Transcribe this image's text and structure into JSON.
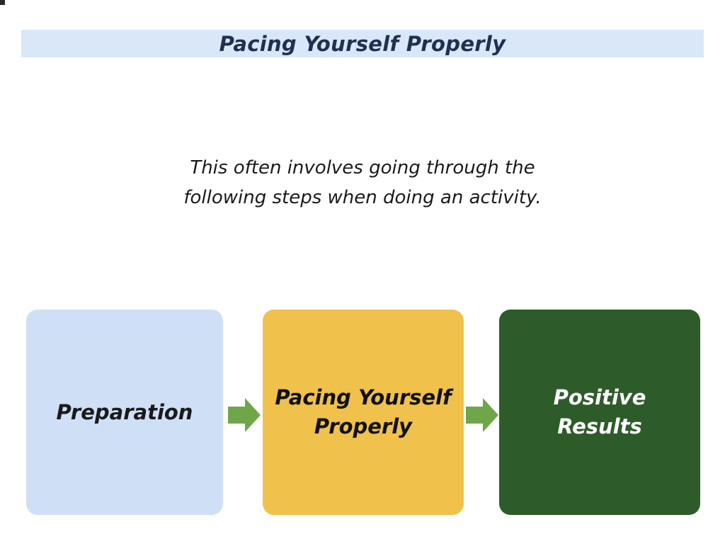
{
  "header": {
    "title": "Pacing Yourself Properly",
    "banner_bg": "#d9e7f8",
    "title_color": "#1f3050"
  },
  "intro": {
    "text": "This often involves going through the\nfollowing steps when doing an activity.",
    "color": "#1a1a1a"
  },
  "flow": {
    "arrow_color": "#6fa64a",
    "steps": [
      {
        "label": "Preparation",
        "bg": "#cfe0f6",
        "text_color": "#1a1a1a"
      },
      {
        "label": "Pacing Yourself\nProperly",
        "bg": "#f0c14b",
        "text_color": "#111111"
      },
      {
        "label": "Positive\nResults",
        "bg": "#2d5c2a",
        "text_color": "#ffffff"
      }
    ]
  }
}
